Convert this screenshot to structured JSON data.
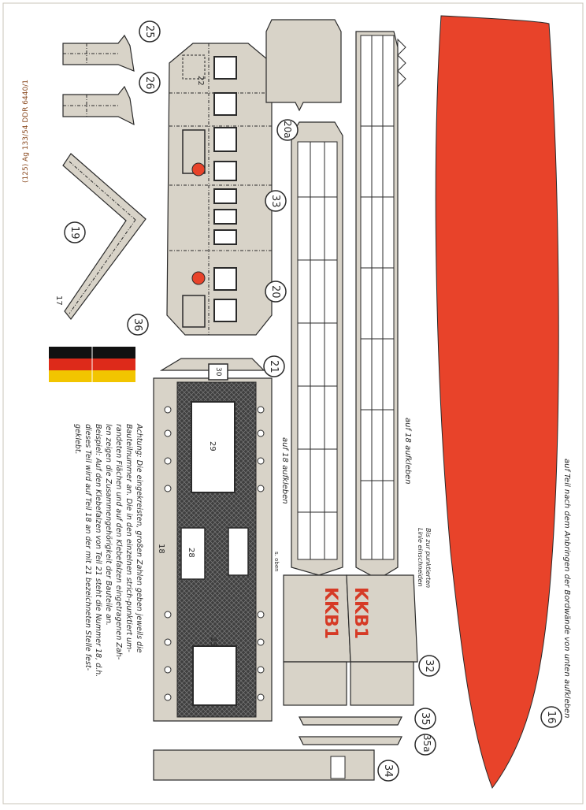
{
  "sheet": {
    "colors": {
      "paper": "#ffffff",
      "card": "#d8d3c8",
      "red": "#e8432a",
      "ink": "#2a2a2a",
      "dark": "#3a3a3a"
    },
    "catalog_code": "(125) Ag 133/54 DDR 6440/1",
    "parts": [
      {
        "id": "p25",
        "number": "25"
      },
      {
        "id": "p26",
        "number": "26"
      },
      {
        "id": "p19",
        "number": "19"
      },
      {
        "id": "p17",
        "number": "17"
      },
      {
        "id": "p36",
        "number": "36"
      },
      {
        "id": "p22",
        "number": "22"
      },
      {
        "id": "p20a",
        "number": "20a"
      },
      {
        "id": "p20",
        "number": "20"
      },
      {
        "id": "p33",
        "number": "33"
      },
      {
        "id": "p21",
        "number": "21"
      },
      {
        "id": "p18",
        "number": "18"
      },
      {
        "id": "p29",
        "number": "29"
      },
      {
        "id": "p28",
        "number": "28"
      },
      {
        "id": "p23",
        "number": "23"
      },
      {
        "id": "p30",
        "number": "30"
      },
      {
        "id": "p32",
        "number": "32"
      },
      {
        "id": "p35",
        "number": "35"
      },
      {
        "id": "p35a",
        "number": "35a"
      },
      {
        "id": "p34",
        "number": "34"
      },
      {
        "id": "p16",
        "number": "16"
      }
    ],
    "hull_name": "KKB1",
    "labels": {
      "glue_18_a": "auf 18 aufkleben",
      "glue_18_b": "auf 18 aufkleben",
      "cut_line_1": "Bis zur punktierten",
      "cut_line_2": "Linie einschneiden",
      "above": "s. oben",
      "glue_16": "auf Teil nach dem Anbringen der Bordwände von unten aufkleben"
    },
    "note": {
      "line1": "Achtung: Die eingekreisten, großen Zahlen geben jeweils die",
      "line2": "Bauteilnummer an. Die in den einzelnen strich-punktiert um-",
      "line3": "randeten Flächen und auf den Klebefalzen eingetragenen Zah-",
      "line4": "len zeigen die Zusammengehörigkeit der Bauteile an.",
      "line5": "Beispiel: Auf den Klebefalzen von Teil 21 steht die Nummer 18, d.h.",
      "line6": "dieses Teil wird auf Teil 18 an der mit 21 bezeichneten Stelle fest-",
      "line7": "geklebt."
    }
  }
}
